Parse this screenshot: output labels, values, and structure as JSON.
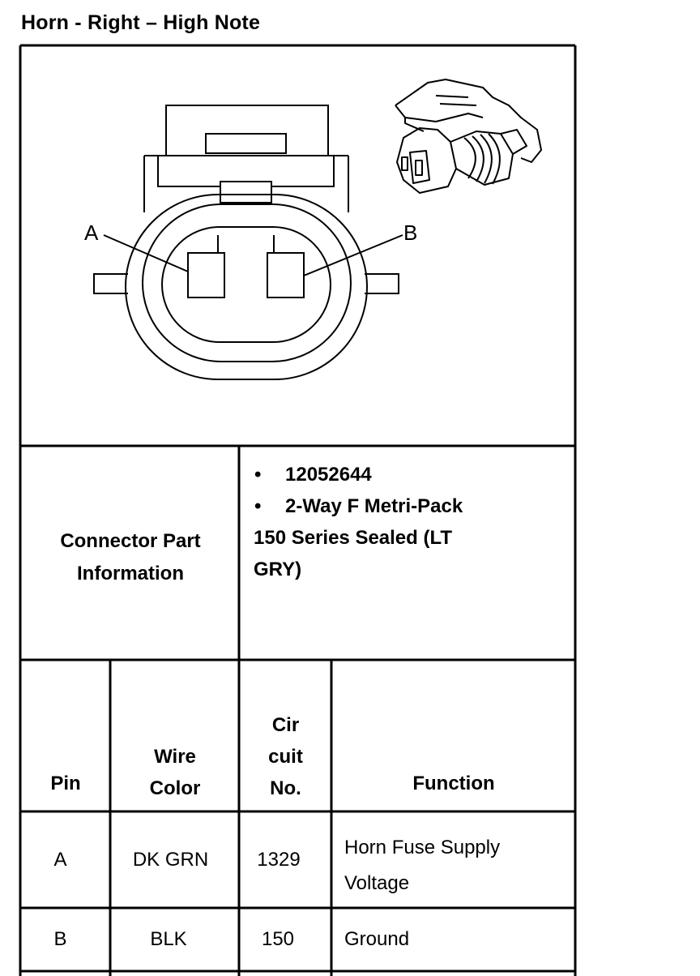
{
  "title": "Horn - Right – High Note",
  "diagram": {
    "pin_labels": [
      "A",
      "B"
    ]
  },
  "connector_info": {
    "label_line1": "Connector Part",
    "label_line2": "Information",
    "bullets": [
      "12052644",
      "2-Way F Metri-Pack"
    ],
    "continuation": [
      "150 Series Sealed (LT",
      "GRY)"
    ]
  },
  "table": {
    "headers": {
      "pin": "Pin",
      "wire_color_line1": "Wire",
      "wire_color_line2": "Color",
      "circuit_line1": "Cir",
      "circuit_line2": "cuit",
      "circuit_line3": "No.",
      "function": "Function"
    },
    "rows": [
      {
        "pin": "A",
        "wire_color": "DK GRN",
        "circuit": "1329",
        "function_line1": "Horn Fuse Supply",
        "function_line2": "Voltage"
      },
      {
        "pin": "B",
        "wire_color": "BLK",
        "circuit": "150",
        "function_line1": "Ground",
        "function_line2": ""
      }
    ]
  }
}
